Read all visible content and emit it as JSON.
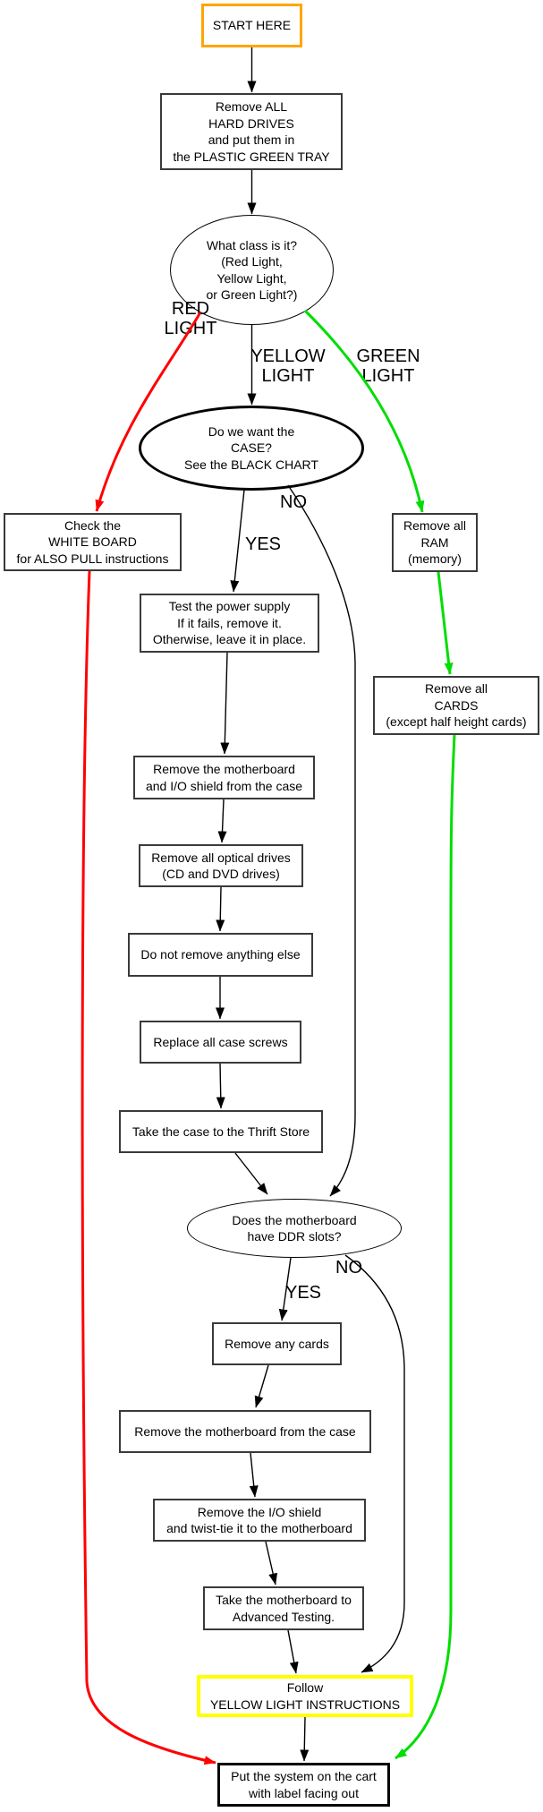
{
  "diagram": {
    "nodes": {
      "start": {
        "label": "START HERE"
      },
      "remove_hard_drives": {
        "label": "Remove ALL\nHARD DRIVES\nand put them in\nthe PLASTIC GREEN TRAY"
      },
      "what_class": {
        "label": "What class is it?\n(Red Light,\nYellow Light,\nor Green Light?)"
      },
      "want_case": {
        "label": "Do we want the\nCASE?\nSee the BLACK CHART"
      },
      "whiteboard": {
        "label": "Check the\nWHITE BOARD\nfor ALSO PULL instructions"
      },
      "ram": {
        "label": "Remove all\nRAM\n(memory)"
      },
      "test_psu": {
        "label": "Test the power supply\nIf it fails, remove it.\nOtherwise, leave it in place."
      },
      "cards": {
        "label": "Remove all\nCARDS\n(except half height cards)"
      },
      "mobo_shield": {
        "label": "Remove the motherboard\nand I/O shield from the case"
      },
      "optical": {
        "label": "Remove all optical drives\n(CD and DVD drives)"
      },
      "nothing_else": {
        "label": "Do not remove anything else"
      },
      "screws": {
        "label": "Replace all case screws"
      },
      "thrift": {
        "label": "Take the case to the Thrift Store"
      },
      "ddr": {
        "label": "Does the motherboard\nhave DDR slots?"
      },
      "any_cards": {
        "label": "Remove any cards"
      },
      "mobo_case": {
        "label": "Remove the motherboard from the case"
      },
      "io_shield": {
        "label": "Remove the I/O shield\nand twist-tie it to the motherboard"
      },
      "adv_testing": {
        "label": "Take the motherboard to\nAdvanced Testing."
      },
      "follow_yellow": {
        "label": "Follow\nYELLOW LIGHT INSTRUCTIONS"
      },
      "cart": {
        "label": "Put the system on the cart\nwith label facing out"
      }
    },
    "edge_labels": {
      "red_light": "RED\nLIGHT",
      "yellow_light": "YELLOW\nLIGHT",
      "green_light": "GREEN\nLIGHT",
      "yes_case": "YES",
      "no_case": "NO",
      "yes_ddr": "YES",
      "no_ddr": "NO"
    },
    "colors": {
      "start_border": "#ffa500",
      "red_edge": "#ff0000",
      "green_edge": "#00dd00",
      "yellow_border": "#ffff00",
      "black": "#000000"
    }
  }
}
